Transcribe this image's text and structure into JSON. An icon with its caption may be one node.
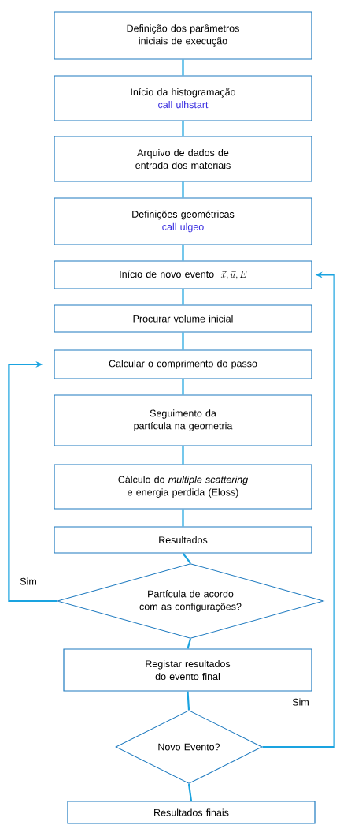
{
  "diagram": {
    "nodes": [
      {
        "text": [
          "Definição dos parâmetros iniciais de execução"
        ]
      },
      {
        "text": [
          "Início da histogramação",
          "call ulhstart"
        ]
      },
      {
        "text": [
          "Arquivo de dados de entrada dos materiais"
        ]
      },
      {
        "text": [
          "Definições geométricas",
          "call ulgeo"
        ]
      },
      {
        "text": [
          "Início de novo evento",
          "\\vec{x}, \\vec{u}, E"
        ]
      },
      {
        "text": [
          "Procurar volume inicial"
        ]
      },
      {
        "text": [
          "Calcular o comprimento do passo"
        ]
      },
      {
        "text": [
          "Seguimento da partícula na geometria"
        ]
      },
      {
        "text": [
          "Cálculo do *multiple scattering* e energia perdida (Eloss)"
        ]
      },
      {
        "text": [
          "Resultados"
        ]
      },
      {
        "text": [
          "Partícula de acordo com as configurações?"
        ]
      },
      {
        "text": [
          "Registar resultados do evento final"
        ]
      },
      {
        "text": [
          "Novo Evento?"
        ]
      },
      {
        "text": [
          "Resultados finais"
        ]
      }
    ],
    "edges": [
      {
        "from": 0,
        "to": 1,
        "arrow": "none"
      },
      {
        "from": 1,
        "to": 2,
        "arrow": "none"
      },
      {
        "from": 2,
        "to": 3,
        "arrow": "none"
      },
      {
        "from": 3,
        "to": 4,
        "arrow": "none"
      },
      {
        "from": 4,
        "to": 5,
        "arrow": "none"
      },
      {
        "from": 5,
        "to": 6,
        "arrow": "none"
      },
      {
        "from": 6,
        "to": 7,
        "arrow": "none"
      },
      {
        "from": 7,
        "to": 8,
        "arrow": "none"
      },
      {
        "from": 8,
        "to": 9,
        "arrow": "none"
      },
      {
        "from": 9,
        "to": 10,
        "arrow": "none"
      },
      {
        "from": 10,
        "to": 11,
        "arrow": "none"
      },
      {
        "from": 11,
        "to": 12,
        "arrow": "none"
      },
      {
        "from": 12,
        "to": 13,
        "arrow": "none"
      },
      {
        "from": 10,
        "to": 6,
        "arrow": "to",
        "label": "Sim"
      },
      {
        "from": 12,
        "to": 4,
        "arrow": "to",
        "label": "Sim"
      }
    ]
  }
}
